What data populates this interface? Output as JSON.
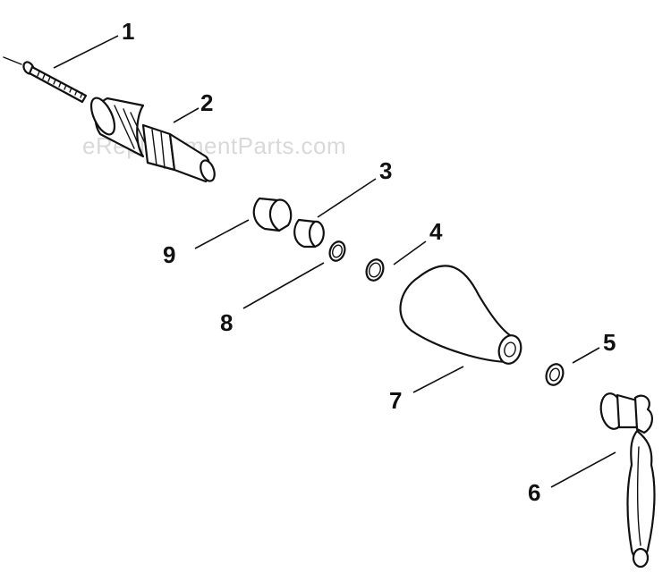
{
  "watermark": "eReplacementParts.com",
  "callouts": [
    {
      "id": "1",
      "label": "1",
      "part": "screw"
    },
    {
      "id": "2",
      "label": "2",
      "part": "cartridge"
    },
    {
      "id": "3",
      "label": "3",
      "part": "sleeve"
    },
    {
      "id": "4",
      "label": "4",
      "part": "o-ring"
    },
    {
      "id": "5",
      "label": "5",
      "part": "washer"
    },
    {
      "id": "6",
      "label": "6",
      "part": "handle"
    },
    {
      "id": "7",
      "label": "7",
      "part": "escutcheon"
    },
    {
      "id": "8",
      "label": "8",
      "part": "o-ring"
    },
    {
      "id": "9",
      "label": "9",
      "part": "sleeve"
    }
  ]
}
